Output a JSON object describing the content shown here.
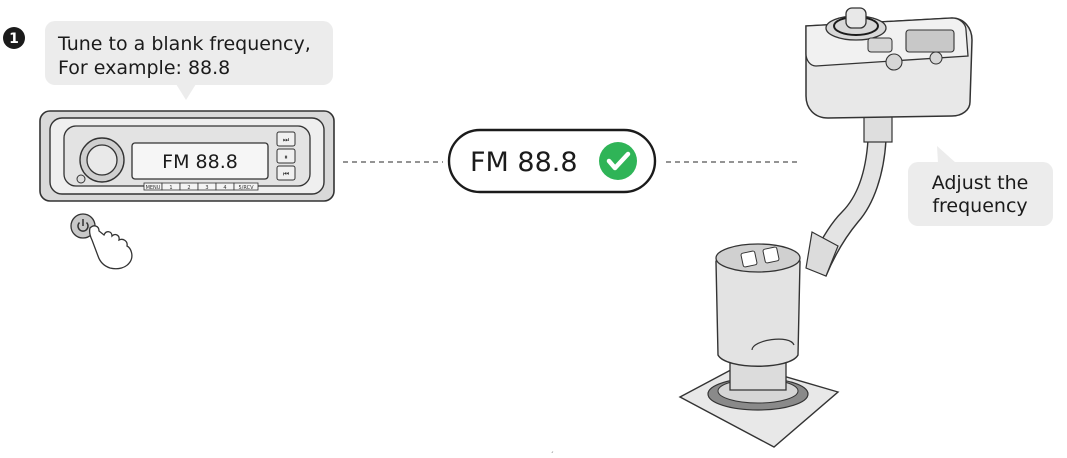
{
  "step": {
    "number": "1"
  },
  "callout_left": {
    "line1": "Tune to a blank frequency,",
    "line2": "For example: 88.8"
  },
  "radio": {
    "display": "FM 88.8",
    "presets": [
      "MENU",
      "1",
      "2",
      "3",
      "4",
      "5/RCV"
    ],
    "buttons": [
      "next-track-icon",
      "pause-icon",
      "previous-track-icon"
    ]
  },
  "status_pill": {
    "text": "FM 88.8",
    "check_color": "#2fb457"
  },
  "callout_right": {
    "line1": "Adjust the",
    "line2": "frequency"
  },
  "colors": {
    "callout_bg": "#ececec",
    "device_fill": "#e6e6e6",
    "stroke": "#333333",
    "accent_green": "#2fb457"
  }
}
